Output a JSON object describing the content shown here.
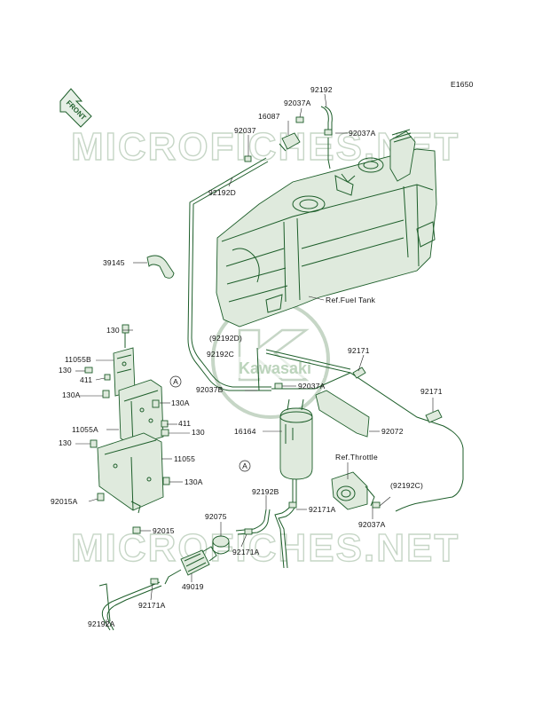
{
  "diagram": {
    "code": "E1650",
    "watermark_text": "MICROFICHES.NET",
    "brand_logo_text": "Kawasaki",
    "front_arrow_text": "FRONT",
    "callout_marker": "A",
    "refs": {
      "fuel_tank": "Ref.Fuel Tank",
      "throttle": "Ref.Throttle"
    },
    "labels": {
      "p92192_top": "92192",
      "p92037A_top": "92037A",
      "p16087": "16087",
      "p92037_top": "92037",
      "p92037A_tank": "92037A",
      "p92192D": "92192D",
      "p39145": "39145",
      "p130_top": "130",
      "p92192D_paren": "(92192D)",
      "p92192C": "92192C",
      "p11055B": "11055B",
      "p130_b": "130",
      "p411_a": "411",
      "p130A_a": "130A",
      "p130A_b": "130A",
      "p92037B": "92037B",
      "p92037A_mid": "92037A",
      "p92171_a": "92171",
      "p92171_b": "92171",
      "p411_b": "411",
      "p130_c": "130",
      "p11055A": "11055A",
      "p16164": "16164",
      "p92072": "92072",
      "p130_d": "130",
      "p11055": "11055",
      "p130A_c": "130A",
      "p92015A": "92015A",
      "p92192B": "92192B",
      "p92171A_a": "92171A",
      "p92192C_paren": "(92192C)",
      "p92037A_low": "92037A",
      "p92075": "92075",
      "p92015": "92015",
      "p92171A_b": "92171A",
      "p49019": "49019",
      "p92171A_c": "92171A",
      "p92192A": "92192A"
    }
  }
}
